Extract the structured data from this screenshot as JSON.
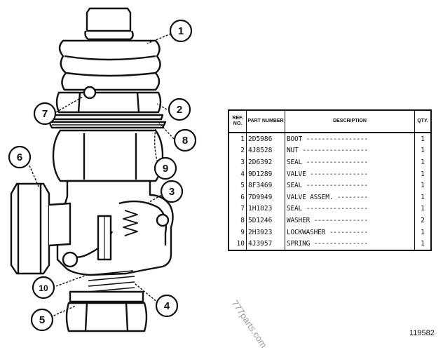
{
  "table": {
    "headers": {
      "ref_no": "REF. NO.",
      "part_number": "PART NUMBER",
      "description": "DESCRIPTION",
      "qty": "QTY."
    },
    "rows": [
      {
        "ref": "1",
        "part": "2D5986",
        "desc": "BOOT",
        "qty": "1"
      },
      {
        "ref": "2",
        "part": "4J8528",
        "desc": "NUT",
        "qty": "1"
      },
      {
        "ref": "3",
        "part": "2D6392",
        "desc": "SEAL",
        "qty": "1"
      },
      {
        "ref": "4",
        "part": "9D1289",
        "desc": "VALVE",
        "qty": "1"
      },
      {
        "ref": "5",
        "part": "8F3469",
        "desc": "SEAL",
        "qty": "1"
      },
      {
        "ref": "6",
        "part": "7D9949",
        "desc": "VALVE ASSEM.",
        "qty": "1"
      },
      {
        "ref": "7",
        "part": "1H1023",
        "desc": "SEAL",
        "qty": "1"
      },
      {
        "ref": "8",
        "part": "5D1246",
        "desc": "WASHER",
        "qty": "2"
      },
      {
        "ref": "9",
        "part": "2H3923",
        "desc": "LOCKWASHER",
        "qty": "1"
      },
      {
        "ref": "10",
        "part": "4J3957",
        "desc": "SPRING",
        "qty": "1"
      }
    ]
  },
  "callouts": [
    "1",
    "2",
    "3",
    "4",
    "5",
    "6",
    "7",
    "8",
    "9",
    "10"
  ],
  "figure_number": "119582",
  "watermark": "777parts.com"
}
